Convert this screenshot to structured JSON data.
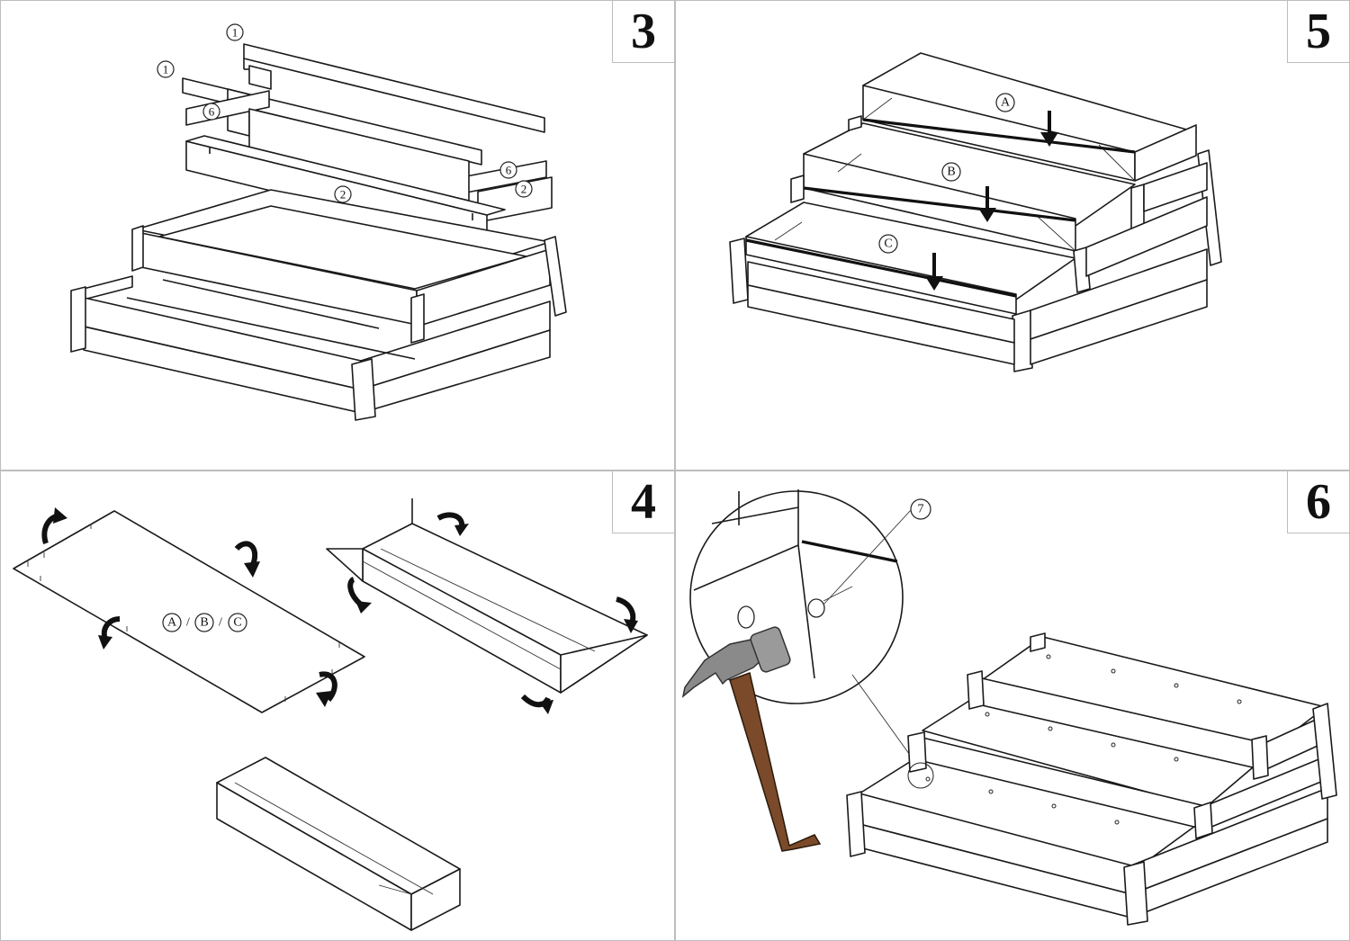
{
  "panels": [
    {
      "id": "p3",
      "step": "3",
      "callouts": [
        "1",
        "1",
        "6",
        "6",
        "2",
        "2"
      ]
    },
    {
      "id": "p5",
      "step": "5",
      "callouts": [
        "A",
        "B",
        "C"
      ]
    },
    {
      "id": "p4",
      "step": "4",
      "callouts": [
        "A",
        "B",
        "C"
      ],
      "separator": "/"
    },
    {
      "id": "p6",
      "step": "6",
      "callouts": [
        "7"
      ]
    }
  ],
  "colors": {
    "line": "#1a1a1a",
    "border": "#bdbdbd",
    "hammer_head": "#8a8a8a",
    "hammer_handle": "#7a4a2a"
  },
  "icons": [
    "curved-arrow-icon",
    "down-arrow-icon",
    "hammer-icon",
    "magnifier-circle-icon"
  ]
}
